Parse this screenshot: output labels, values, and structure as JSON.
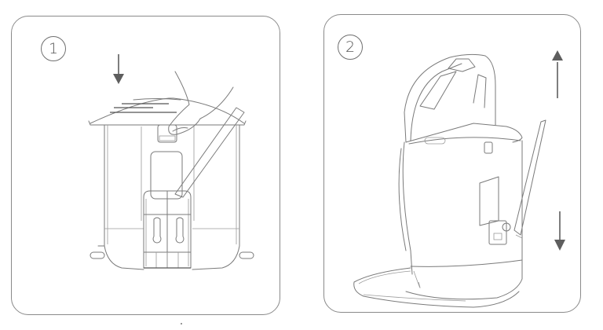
{
  "figure": {
    "type": "instruction-steps",
    "colors": {
      "stroke": "#7a7a7a",
      "border": "#8a8a8a",
      "arrow": "#5e5e5e",
      "background": "#ffffff"
    },
    "steps": [
      {
        "number": "1",
        "illustration": "hand pressing lid latch on appliance, front view with rear bracket and stick",
        "arrows": [
          {
            "direction": "down",
            "icon": "arrow-down-icon"
          }
        ]
      },
      {
        "number": "2",
        "illustration": "appliance side view with lid opened upward, bracket detached at the connector",
        "arrows": [
          {
            "direction": "up",
            "icon": "arrow-up-icon"
          },
          {
            "direction": "down",
            "icon": "arrow-down-icon"
          }
        ]
      }
    ]
  }
}
